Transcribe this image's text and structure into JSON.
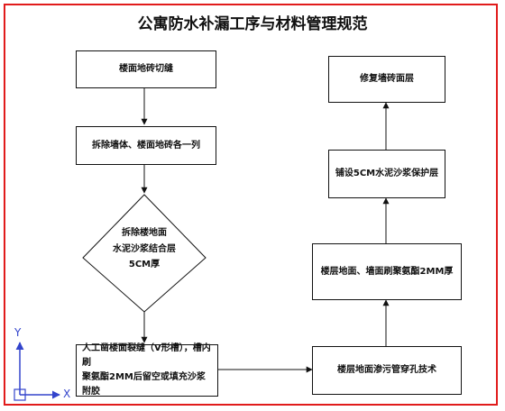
{
  "title": "公寓防水补漏工序与材料管理规范",
  "steps": {
    "s1": "楼面地砖切缝",
    "s2": "拆除墙体、楼面地砖各一列",
    "s3_line1": "拆除楼地面",
    "s3_line2": "水泥沙浆结合层",
    "s3_line3": "5CM厚",
    "s4_line1": "人工凿楼面裂缝（V形槽），槽内刷",
    "s4_line2": "聚氨酯2MM后留空或填充沙浆附胶",
    "s5": "楼层地面渗污管穿孔技术",
    "s6": "楼层地面、墙面刷聚氨酯2MM厚",
    "s7": "铺设5CM水泥沙浆保护层",
    "s8": "修复墙砖面层"
  },
  "axes": {
    "y": "Y",
    "x": "X"
  },
  "colors": {
    "frame": "#e11b1b",
    "axis": "#3344cc",
    "line": "#111111"
  }
}
